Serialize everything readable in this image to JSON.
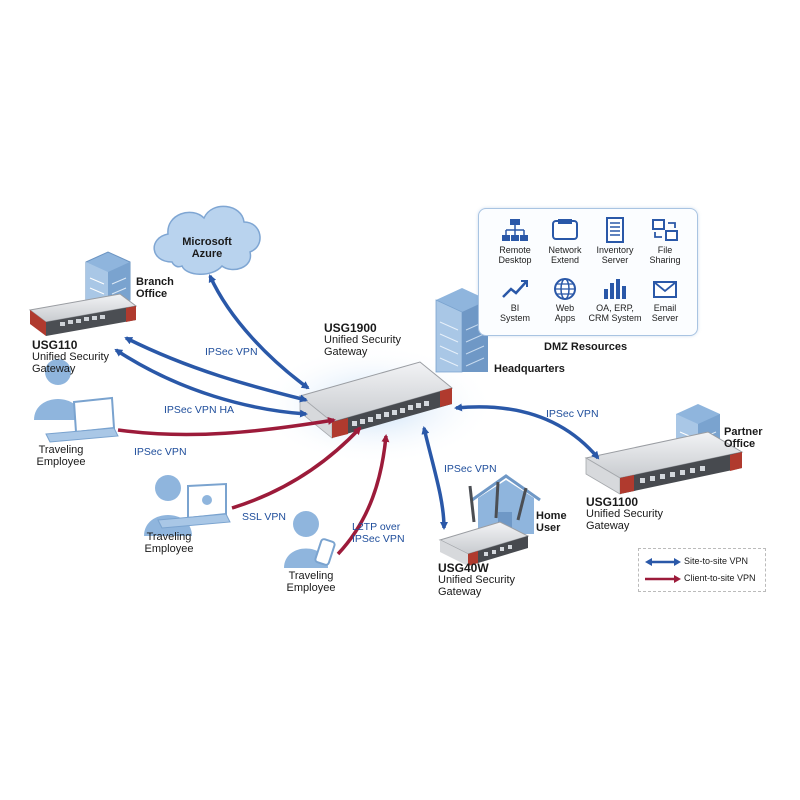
{
  "colors": {
    "site_to_site": "#2a58a8",
    "client_to_site": "#9c1b3a",
    "device_body": "#dfe1e4",
    "device_accent": "#b03a2e",
    "building": "#8fb5dd"
  },
  "nodes": {
    "azure": "Microsoft\nAzure",
    "branch_office": "Branch\nOffice",
    "usg110_model": "USG110",
    "usg110_desc": "Unified Security\nGateway",
    "usg1900_model": "USG1900",
    "usg1900_desc": "Unified Security\nGateway",
    "headquarters": "Headquarters",
    "partner_office": "Partner\nOffice",
    "usg1100_model": "USG1100",
    "usg1100_desc": "Unified Security\nGateway",
    "home_user": "Home\nUser",
    "usg40w_model": "USG40W",
    "usg40w_desc": "Unified Security\nGateway",
    "traveling_1": "Traveling\nEmployee",
    "traveling_2": "Traveling\nEmployee",
    "traveling_3": "Traveling\nEmployee"
  },
  "links": {
    "azure": "IPSec VPN",
    "branch": "IPSec VPN",
    "branch_ha": "IPSec VPN HA",
    "traveling_1": "IPSec VPN",
    "traveling_2": "SSL VPN",
    "traveling_3": "L2TP over\nIPSec VPN",
    "home": "IPSec VPN",
    "partner": "IPSec VPN"
  },
  "dmz": {
    "title": "DMZ Resources",
    "items": [
      {
        "label": "Remote\nDesktop",
        "icon": "remote-desktop-icon"
      },
      {
        "label": "Network\nExtend",
        "icon": "network-extend-icon"
      },
      {
        "label": "Inventory\nServer",
        "icon": "inventory-server-icon"
      },
      {
        "label": "File\nSharing",
        "icon": "file-sharing-icon"
      },
      {
        "label": "BI\nSystem",
        "icon": "bi-system-icon"
      },
      {
        "label": "Web\nApps",
        "icon": "web-apps-icon"
      },
      {
        "label": "OA, ERP,\nCRM System",
        "icon": "oa-erp-crm-icon"
      },
      {
        "label": "Email\nServer",
        "icon": "email-server-icon"
      }
    ]
  },
  "legend": {
    "site_to_site": "Site-to-site VPN",
    "client_to_site": "Client-to-site VPN"
  }
}
